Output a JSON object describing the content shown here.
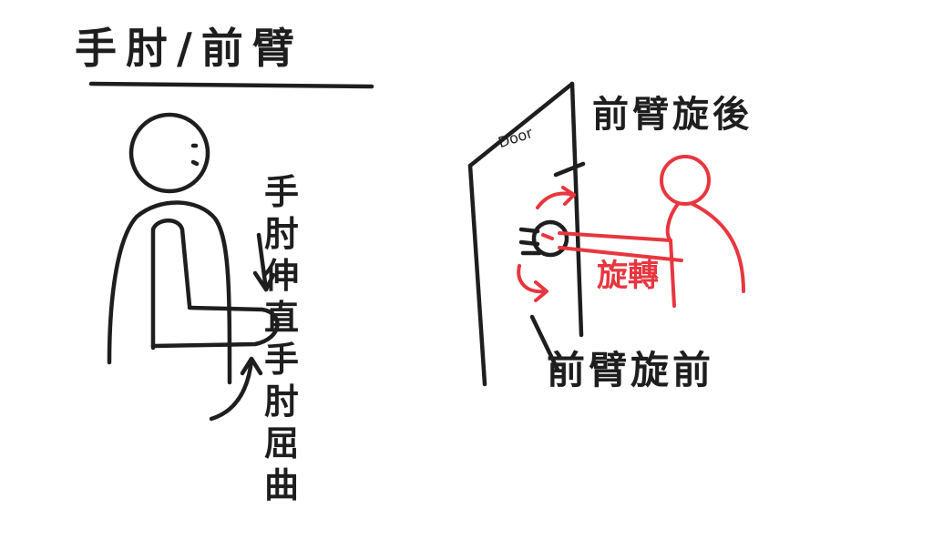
{
  "title": "手肘/前臂",
  "left_figure": {
    "elbow_extension": "手肘伸直",
    "elbow_flexion": "手肘屈曲"
  },
  "right_figure": {
    "door_label": "Door",
    "forearm_supination": "前臂旋後",
    "forearm_pronation": "前臂旋前",
    "grip_label": "旋轉"
  },
  "colors": {
    "ink": "#1e1e1e",
    "accent": "#e8363f",
    "paper": "#ffffff"
  }
}
